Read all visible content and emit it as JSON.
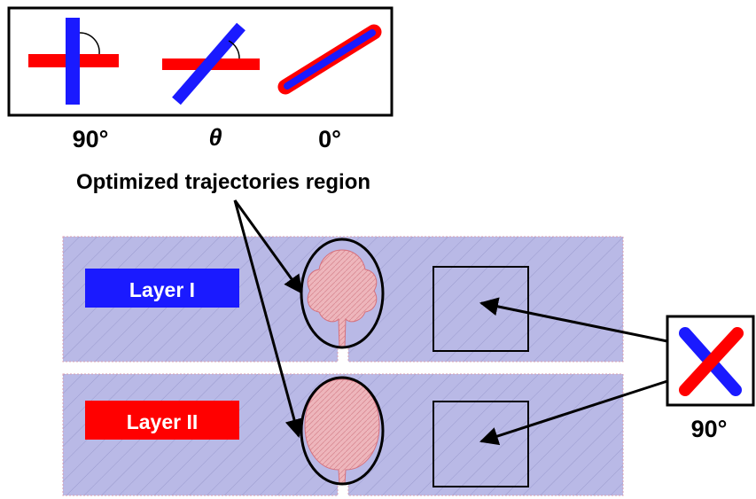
{
  "angles": {
    "a90": "90°",
    "theta": "θ",
    "a0": "0°"
  },
  "callout": "Optimized trajectories region",
  "layers": {
    "layer1": "Layer I",
    "layer2": "Layer II"
  },
  "detail_angle": "90°",
  "colors": {
    "red": "#ff0000",
    "blue": "#1a1aff",
    "fill_lavender": "#b7b7e4",
    "hatch": "#9d9dd0",
    "optimized_pink": "#e8a9b0"
  }
}
